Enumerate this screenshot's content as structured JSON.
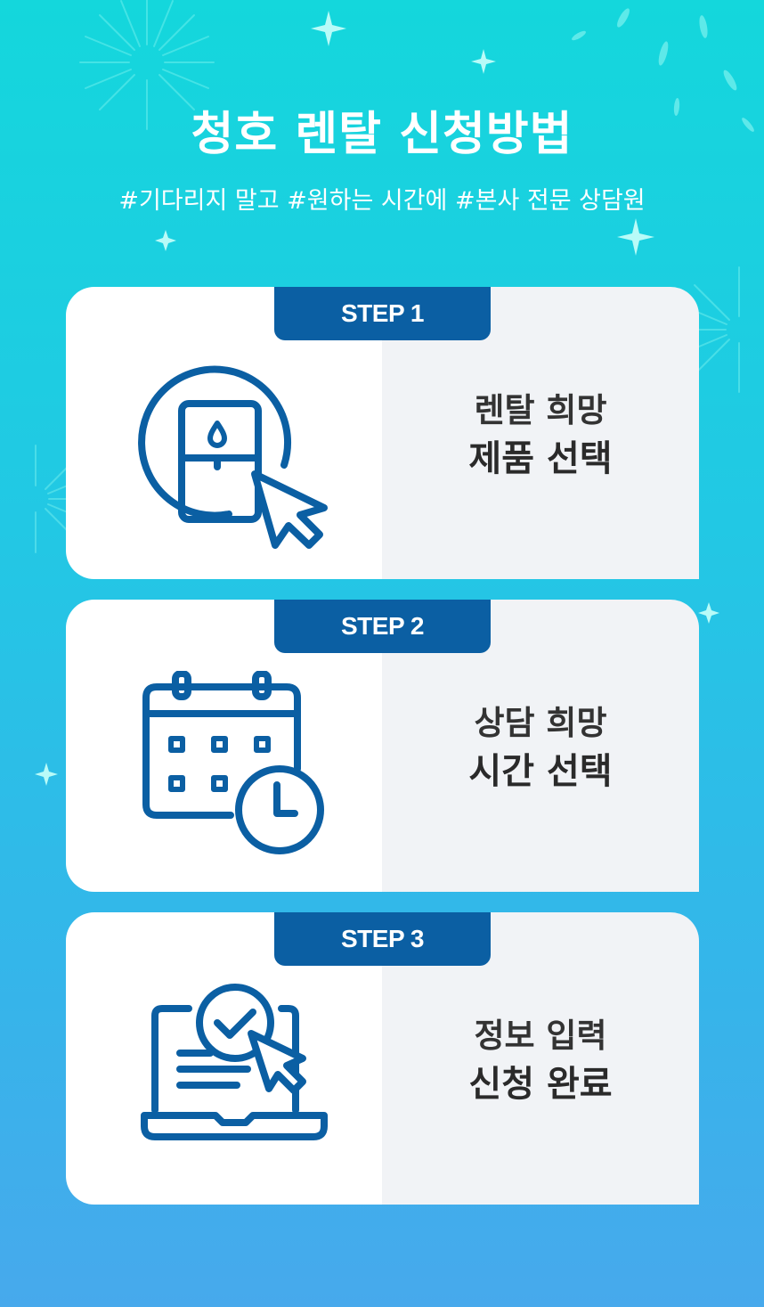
{
  "header": {
    "title": "청호 렌탈 신청방법",
    "subtitle": "#기다리지 말고 #원하는 시간에 #본사 전문 상담원"
  },
  "steps": [
    {
      "badge": "STEP 1",
      "line1": "렌탈 희망",
      "line2": "제품 선택",
      "icon": "water-purifier-click-icon"
    },
    {
      "badge": "STEP 2",
      "line1": "상담 희망",
      "line2": "시간 선택",
      "icon": "calendar-clock-icon"
    },
    {
      "badge": "STEP 3",
      "line1": "정보 입력",
      "line2": "신청 완료",
      "icon": "laptop-check-click-icon"
    }
  ],
  "colors": {
    "accent": "#0b5fa3",
    "background_top": "#14d7dc",
    "background_bottom": "#47a9ec",
    "card_left": "#ffffff",
    "card_right": "#f1f3f6",
    "text_dark": "#333333"
  }
}
